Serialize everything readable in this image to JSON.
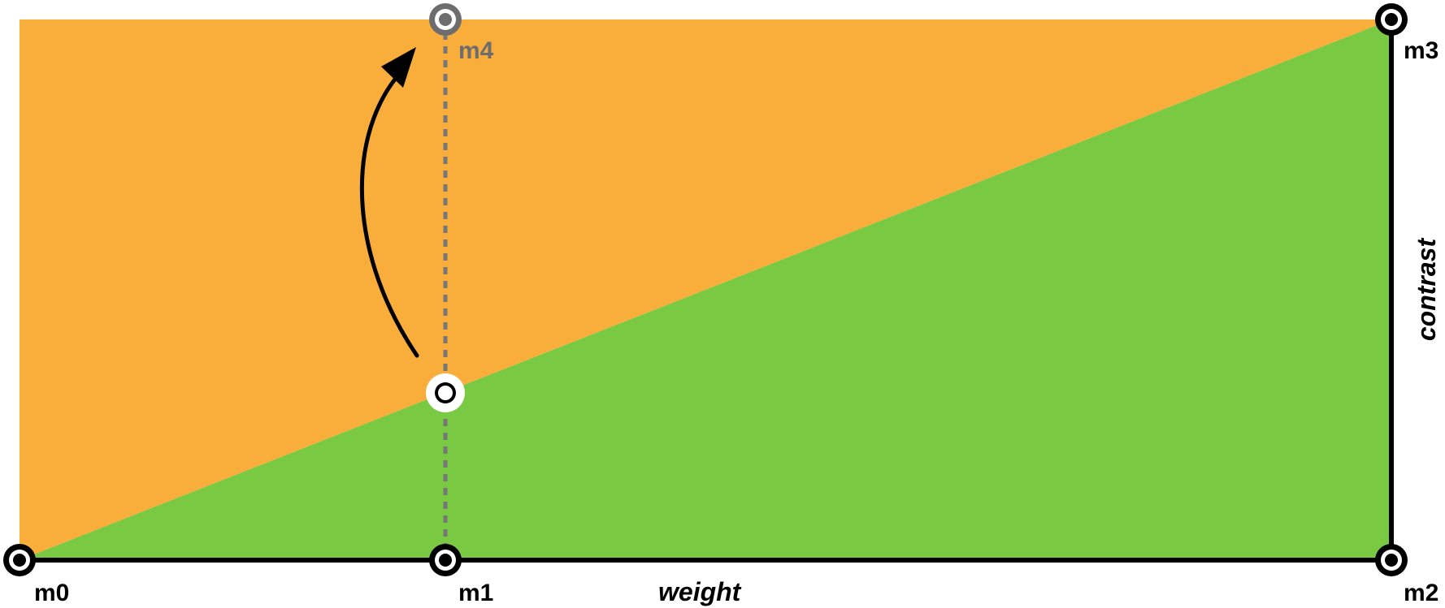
{
  "colors": {
    "upper_region": "#f9ae3b",
    "lower_region": "#7ac943",
    "axis": "#000000",
    "guide": "#777777",
    "master_ring": "#000000",
    "master_fill": "#ffffff",
    "extrapolated": "#6d6d6d",
    "instance": "#ffffff"
  },
  "masters": {
    "m0": "m0",
    "m1": "m1",
    "m2": "m2",
    "m3": "m3",
    "m4": "m4"
  },
  "axes": {
    "x_label": "weight",
    "y_label": "contrast"
  },
  "icons": {
    "move": "curved-arrow-icon"
  }
}
